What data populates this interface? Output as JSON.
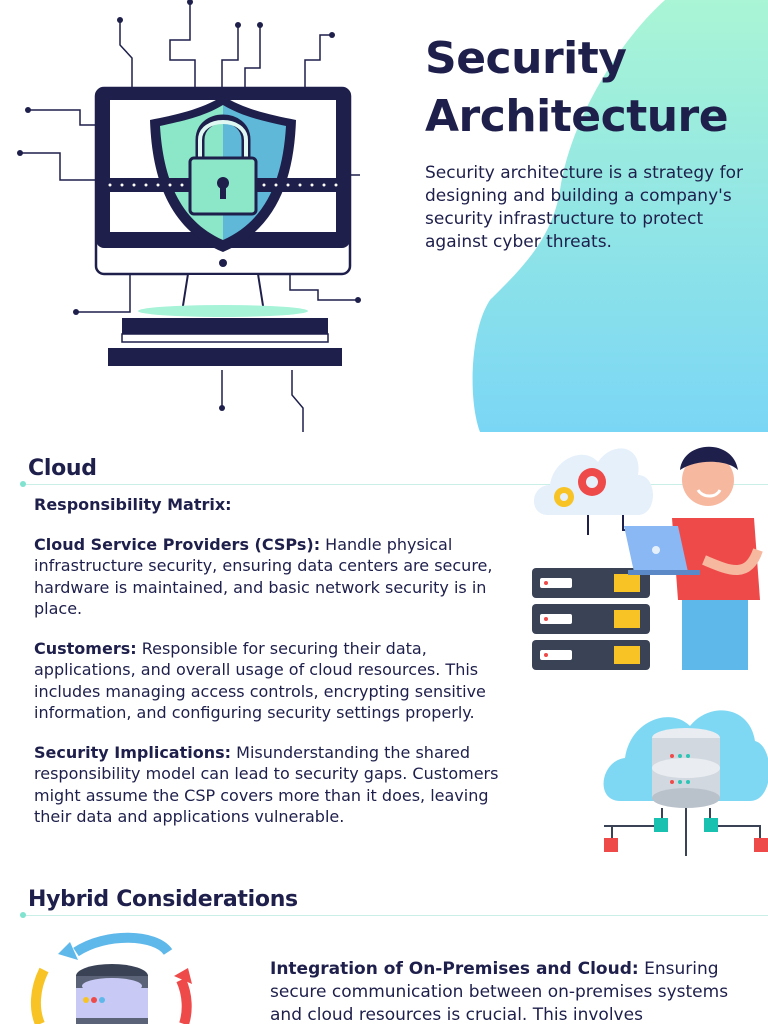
{
  "header": {
    "title_line1": "Security",
    "title_line2": "Architecture",
    "intro": "Security architecture is a strategy for designing and building a company's security infrastructure to protect against cyber threats."
  },
  "cloud": {
    "heading": "Cloud",
    "matrix_label": "Responsibility Matrix:",
    "items": [
      {
        "label": "Cloud Service Providers (CSPs):",
        "text": " Handle physical infrastructure security, ensuring data centers are secure, hardware is maintained, and basic network security is in place."
      },
      {
        "label": "Customers:",
        "text": " Responsible for securing their data, applications, and overall usage of cloud resources. This includes managing access controls, encrypting sensitive information, and configuring security settings properly."
      },
      {
        "label": "Security Implications:",
        "text": " Misunderstanding the shared responsibility model can lead to security gaps. Customers might assume the CSP covers more than it does, leaving their data and applications vulnerable."
      }
    ]
  },
  "hybrid": {
    "heading": "Hybrid Considerations",
    "item_label": "Integration of On-Premises and Cloud:",
    "item_text": " Ensuring secure communication between on-premises systems and cloud resources is crucial. This involves"
  },
  "colors": {
    "navy": "#1e1f4b",
    "mint": "#a6f3d8",
    "sky": "#7fd8f3",
    "accent_red": "#ef4a4a",
    "accent_yellow": "#f7c325"
  },
  "icons": [
    "lock-icon",
    "shield-icon",
    "monitor-icon",
    "gear-icon",
    "server-icon",
    "cloud-icon",
    "laptop-icon",
    "database-icon",
    "sync-arrows-icon"
  ]
}
